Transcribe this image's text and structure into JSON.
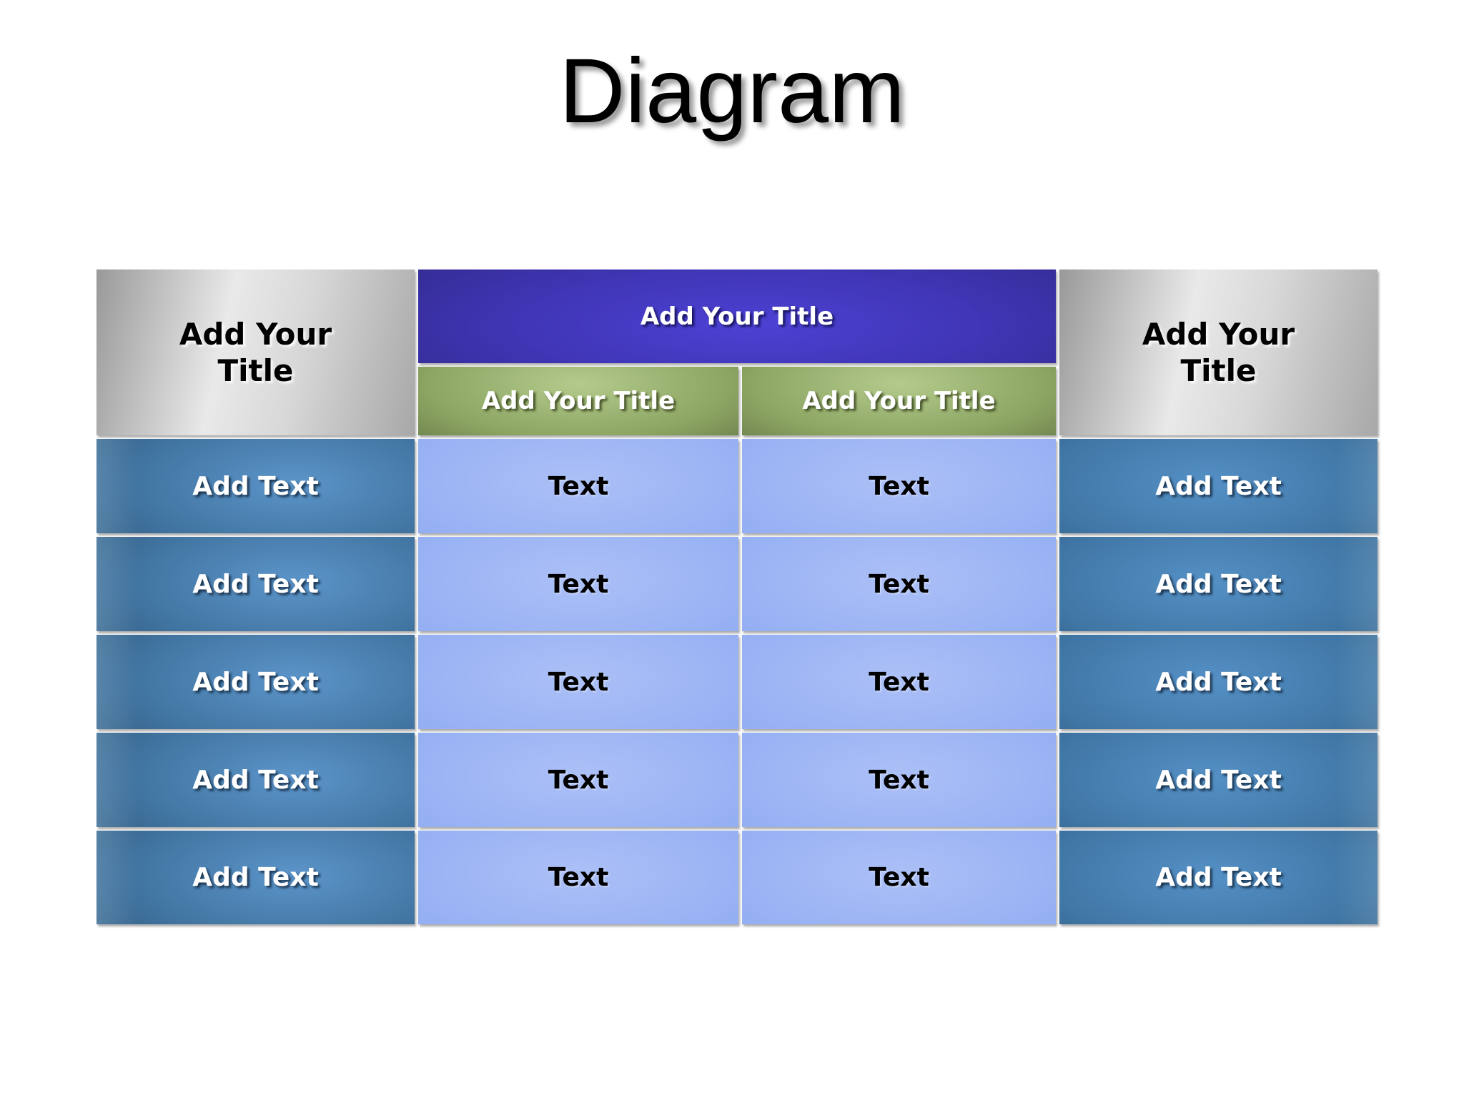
{
  "page": {
    "title": "Diagram",
    "background_color": "#FFFFFF"
  },
  "table": {
    "header": {
      "left": "Add Your Title",
      "top": "Add Your Title",
      "sub_left": "Add Your Title",
      "sub_right": "Add Your Title",
      "right": "Add Your Title"
    },
    "rows": [
      {
        "c1": "Add Text",
        "c2": "Text",
        "c3": "Text",
        "c4": "Add Text"
      },
      {
        "c1": "Add Text",
        "c2": "Text",
        "c3": "Text",
        "c4": "Add Text"
      },
      {
        "c1": "Add Text",
        "c2": "Text",
        "c3": "Text",
        "c4": "Add Text"
      },
      {
        "c1": "Add Text",
        "c2": "Text",
        "c3": "Text",
        "c4": "Add Text"
      },
      {
        "c1": "Add Text",
        "c2": "Text",
        "c3": "Text",
        "c4": "Add Text"
      }
    ],
    "colors": {
      "silver_light": "#E9E9E9",
      "silver_dark": "#999999",
      "purple_center": "#4C41D4",
      "purple_edge": "#2B2478",
      "green_center": "#B3CA8C",
      "green_edge": "#50603A",
      "steel_blue_bright": "#5C95CA",
      "steel_blue_dark": "#223E57",
      "light_blue_center": "#ACC0F7",
      "light_blue_edge": "#83A1EC",
      "header_text_dark": "#000000",
      "cell_text_light": "#FFFFFF"
    }
  }
}
